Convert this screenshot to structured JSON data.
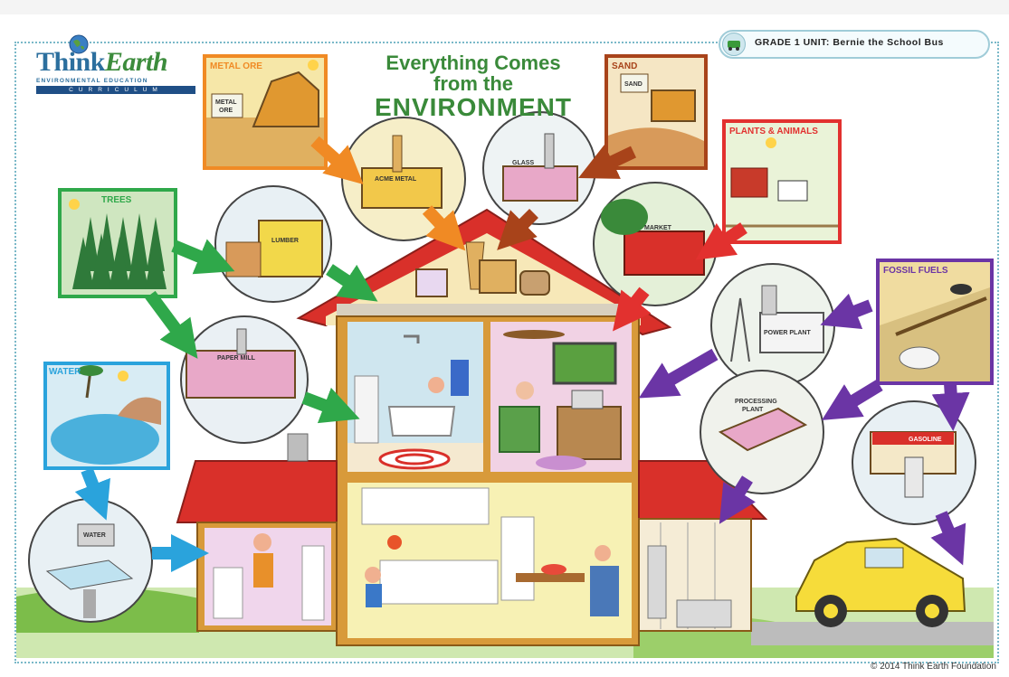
{
  "logo": {
    "think": "Think",
    "earth": "Earth",
    "line1": "ENVIRONMENTAL EDUCATION",
    "line2": "CURRICULUM"
  },
  "title": {
    "line1": "Everything Comes",
    "line2": "from the",
    "line3": "ENVIRONMENT"
  },
  "unit_badge": "GRADE 1 UNIT: Bernie the School Bus",
  "panels": {
    "metal_ore": "METAL ORE",
    "sand": "SAND",
    "trees": "TREES",
    "plants_animals": "PLANTS & ANIMALS",
    "fossil_fuels": "FOSSIL FUELS",
    "water": "WATER"
  },
  "signs": {
    "metal_ore_sign_1": "METAL",
    "metal_ore_sign_2": "ORE",
    "sand_sign": "SAND",
    "acme_metal": "ACME METAL",
    "glass_company": "GLASS",
    "lumber": "LUMBER",
    "market": "MARKET",
    "paper_mill": "PAPER MILL",
    "power_plant": "POWER PLANT",
    "processing_plant_1": "PROCESSING",
    "processing_plant_2": "PLANT",
    "gasoline": "GASOLINE",
    "water_sign": "WATER"
  },
  "colors": {
    "green_arrow": "#2fa84a",
    "orange_arrow": "#f08a24",
    "brown_arrow": "#a8431a",
    "red_arrow": "#e2312f",
    "purple_arrow": "#6b35a5",
    "blue_arrow": "#2aa3dc",
    "title_green": "#3a8a3a",
    "roof_red": "#d9302a",
    "house_wood": "#d89a3a"
  },
  "copyright": "© 2014 Think Earth Foundation"
}
